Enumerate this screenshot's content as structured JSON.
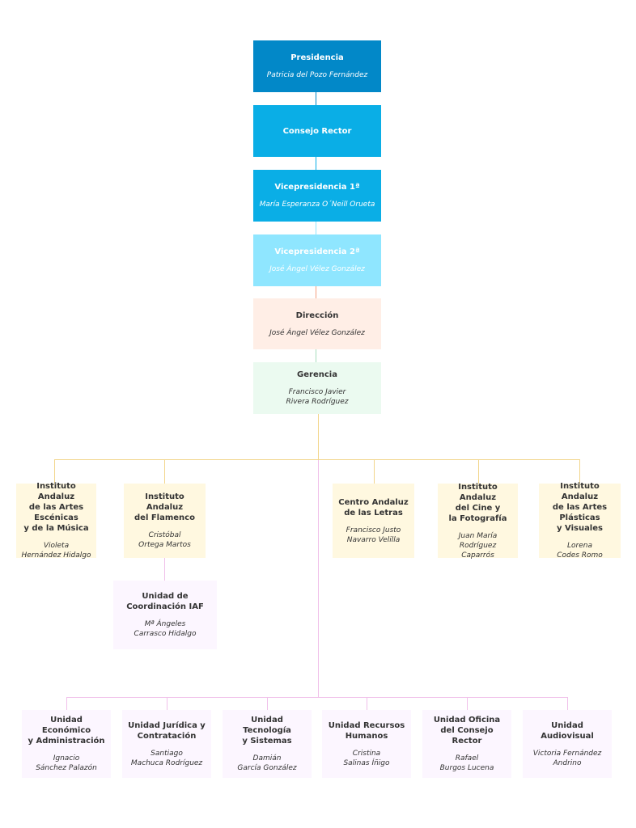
{
  "colors": {
    "presidencia": "#0288c8",
    "consejo": "#0aaee6",
    "vicepresidencia1": "#0aaee6",
    "vicepresidencia2": "#8fe6ff",
    "direccion": "#ffeee6",
    "gerencia": "#ebfaf0",
    "institutos": "#fff8e0",
    "unidades": "#fcf6ff",
    "line_institutos": "#f2d68c",
    "line_unidades": "#f0c0ea"
  },
  "top": {
    "presidencia": {
      "title": "Presidencia",
      "name": "Patricia del Pozo Fernández"
    },
    "consejo": {
      "title": "Consejo Rector"
    },
    "vicepresidencia1": {
      "title": "Vicepresidencia 1ª",
      "name": "María Esperanza O´Neill Orueta"
    },
    "vicepresidencia2": {
      "title": "Vicepresidencia 2ª",
      "name": "José Ángel Vélez González"
    },
    "direccion": {
      "title": "Dirección",
      "name": "José Ángel Vélez González"
    },
    "gerencia": {
      "title": "Gerencia",
      "name": "Francisco Javier\nRivera Rodríguez"
    }
  },
  "institutos": [
    {
      "title": "Instituto Andaluz\nde las Artes\nEscénicas\ny de la Música",
      "name": "Violeta\nHernández Hidalgo"
    },
    {
      "title": "Instituto Andaluz\ndel Flamenco",
      "name": "Cristóbal\nOrtega Martos"
    },
    {
      "title": "Centro Andaluz\nde las Letras",
      "name": "Francisco Justo\nNavarro Velilla"
    },
    {
      "title": "Instituto Andaluz\ndel Cine y\nla Fotografía",
      "name": "Juan María\nRodríguez Caparrós"
    },
    {
      "title": "Instituto Andaluz\nde las Artes\nPlásticas\ny Visuales",
      "name": "Lorena\nCodes Romo"
    }
  ],
  "coordinacion": {
    "title": "Unidad de\nCoordinación IAF",
    "name": "Mª Ángeles\nCarrasco Hidalgo"
  },
  "unidades": [
    {
      "title": "Unidad Económico\ny Administración",
      "name": "Ignacio\nSánchez Palazón"
    },
    {
      "title": "Unidad Jurídica y\nContratación",
      "name": "Santiago\nMachuca Rodríguez"
    },
    {
      "title": "Unidad Tecnología\ny Sistemas",
      "name": "Damián\nGarcía González"
    },
    {
      "title": "Unidad Recursos\nHumanos",
      "name": "Cristina\nSalinas Íñigo"
    },
    {
      "title": "Unidad Oficina\ndel Consejo Rector",
      "name": "Rafael\nBurgos Lucena"
    },
    {
      "title": "Unidad\nAudiovisual",
      "name": "Victoria Fernández\nAndrino"
    }
  ]
}
